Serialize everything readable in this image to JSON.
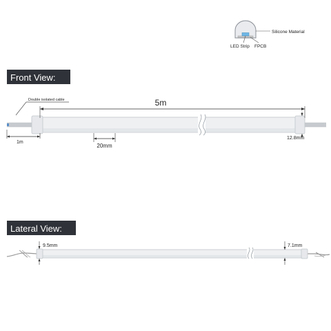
{
  "legend": {
    "silicone_label": "Silicone Material",
    "led_label": "LED Strip",
    "fpcb_label": "FPCB",
    "colors": {
      "silicone": "#e9ebee",
      "led_chip": "#6fb8e6",
      "fpcb": "#c8c8c8"
    }
  },
  "front_view": {
    "title": "Front View:",
    "cable_note": "Double isolated cable",
    "length_label": "5m",
    "cable_length_label": "1m",
    "segment_label": "20mm",
    "width_label": "12.8mm"
  },
  "lateral_view": {
    "title": "Lateral View:",
    "left_height_label": "9.5mm",
    "right_height_label": "7.1mm"
  }
}
